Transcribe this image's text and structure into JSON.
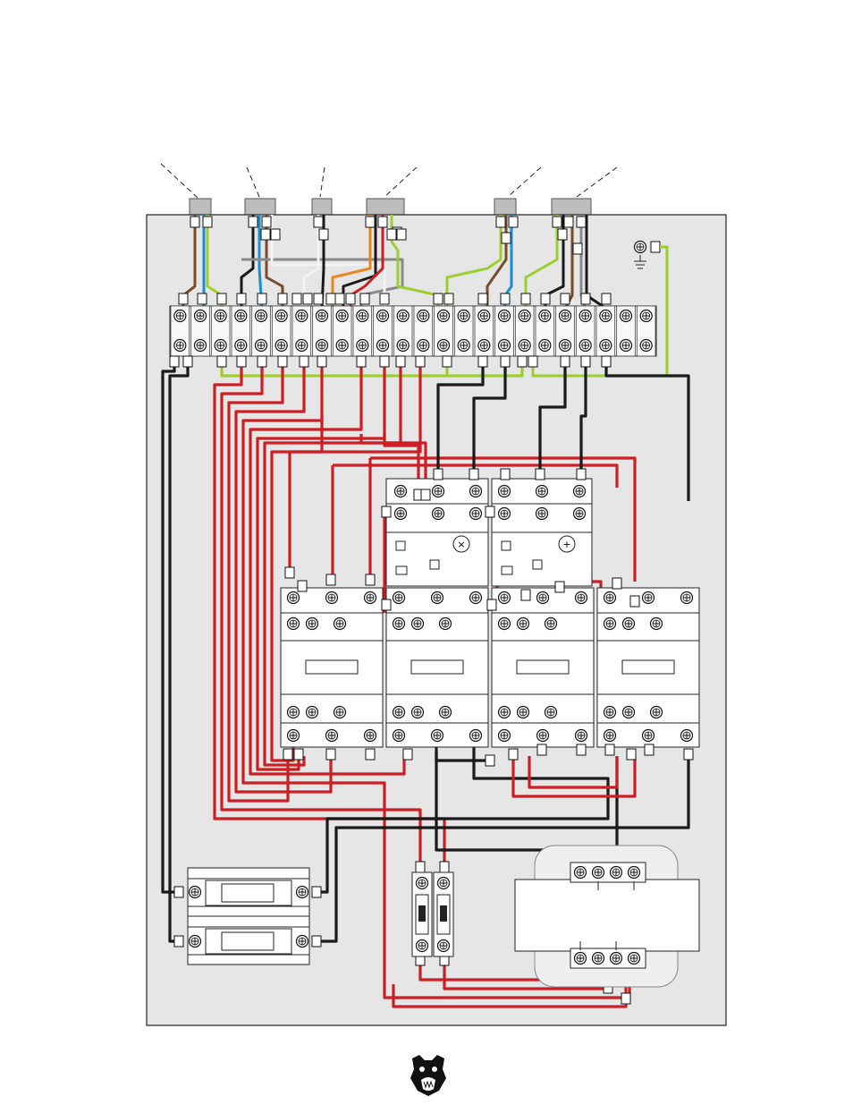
{
  "diagram": {
    "colors": {
      "panel_fill": "#e6e6e6",
      "panel_border": "#222222",
      "wire_red": "#cc1f24",
      "wire_black": "#1a1a1a",
      "wire_blue": "#1b8fd0",
      "wire_brown": "#7a4b2a",
      "wire_green_yellow": "#9bcf2e",
      "wire_orange": "#e8861c",
      "wire_white": "#f2f2f2",
      "wire_gray": "#8a8a8a",
      "component_fill": "#ffffff",
      "terminal_fill": "#f4f4f4"
    },
    "cables": [
      "cable-1",
      "cable-2",
      "cable-3",
      "cable-4",
      "cable-5",
      "cable-6"
    ],
    "terminal_count": 24,
    "contactor_count": 4,
    "overload_relay_count": 2,
    "fuse_holder_count": 2,
    "breaker_count": 2,
    "has_transformer": true,
    "has_ground_terminal": true
  },
  "logo": {
    "icon": "bear-head-icon"
  }
}
